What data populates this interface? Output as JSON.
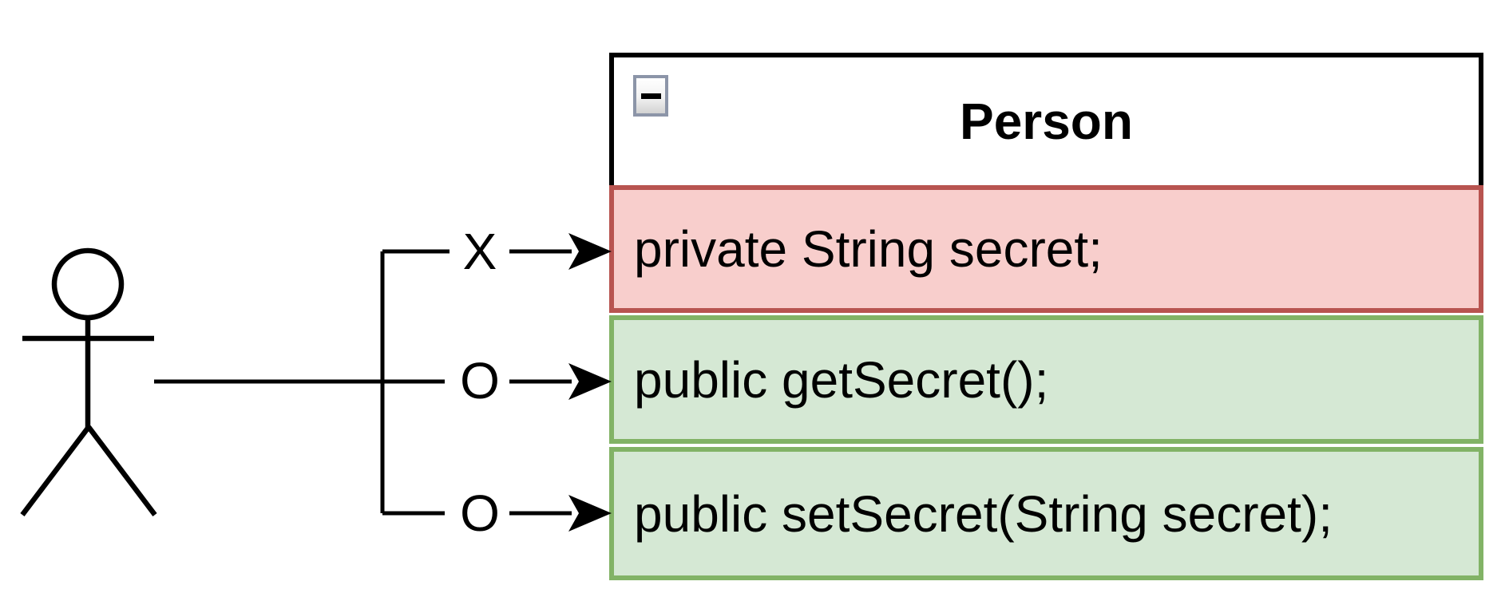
{
  "diagram": {
    "class_box": {
      "title": "Person",
      "collapse_icon": "minus",
      "members": [
        {
          "label": "private String secret;",
          "access": "private",
          "fill": "#f8cecc",
          "border": "#b85450"
        },
        {
          "label": "public getSecret();",
          "access": "public",
          "fill": "#d5e8d4",
          "border": "#82b366"
        },
        {
          "label": "public setSecret(String secret);",
          "access": "public",
          "fill": "#d5e8d4",
          "border": "#82b366"
        }
      ]
    },
    "actor": {
      "type": "stick-figure"
    },
    "connectors": [
      {
        "label": "X",
        "target_member_index": 0
      },
      {
        "label": "O",
        "target_member_index": 1
      },
      {
        "label": "O",
        "target_member_index": 2
      }
    ],
    "colors": {
      "line": "#000000",
      "header_fill": "#ffffff",
      "private_fill": "#f8cecc",
      "private_border": "#b85450",
      "public_fill": "#d5e8d4",
      "public_border": "#82b366",
      "collapse_button_border": "#8c95a8"
    }
  }
}
